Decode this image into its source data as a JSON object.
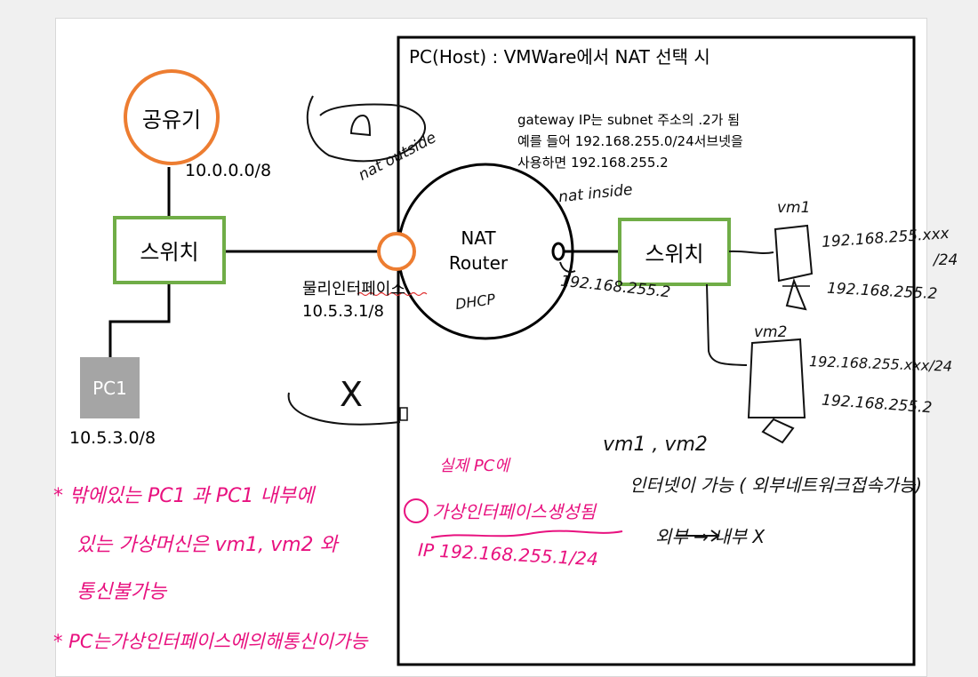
{
  "colors": {
    "orange": "#ed7d31",
    "green": "#70ad47",
    "gray": "#a5a5a5",
    "pink": "#e8117f",
    "line": "#000000"
  },
  "host_box": {
    "title": "PC(Host) : VMWare에서 NAT 선택 시"
  },
  "nodes": {
    "router_ap": "공유기",
    "switch_left": "스위치",
    "pc1": "PC1",
    "nat_router": [
      "NAT",
      "Router"
    ],
    "switch_right": "스위치"
  },
  "labels": {
    "ap_network": "10.0.0.0/8",
    "physical_if": "물리인터페이스",
    "physical_if_ip": "10.5.3.1/8",
    "pc1_network": "10.5.3.0/8",
    "gateway_note": [
      "gateway IP는 subnet 주소의 .2가 됨",
      "예를 들어 192.168.255.0/24서브넷을",
      "사용하면 192.168.255.2"
    ]
  },
  "handwriting": {
    "nat_outside": "nat outside",
    "nat_inside": "nat inside",
    "dhcp": "DHCP",
    "router_inside_ip": "192.168.255.2",
    "vm1": "vm1",
    "vm1_ip": "192.168.255.xxx",
    "vm1_mask": "/24",
    "vm1_gw": "192.168.255.2",
    "vm2": "vm2",
    "vm2_ip": "192.168.255.xxx/24",
    "vm2_gw": "192.168.255.2",
    "x_mark": "X",
    "vm_pair": "vm1 , vm2",
    "vm_internet": "인터넷이 가능 ( 외부네트워크접속가능)",
    "outside_to_inside": "외부 → 내부 X",
    "real_pc": "실제 PC에",
    "virtual_if": "가상인터페이스생성됨",
    "virtual_if_ip": "IP 192.168.255.1/24",
    "note1_line1": "* 밖에있는 PC1 과  PC1 내부에",
    "note1_line2": "있는 가상머신은 vm1, vm2 와",
    "note1_line3": "통신불가능",
    "note2": "* PC는가상인터페이스에의해통신이가능"
  }
}
